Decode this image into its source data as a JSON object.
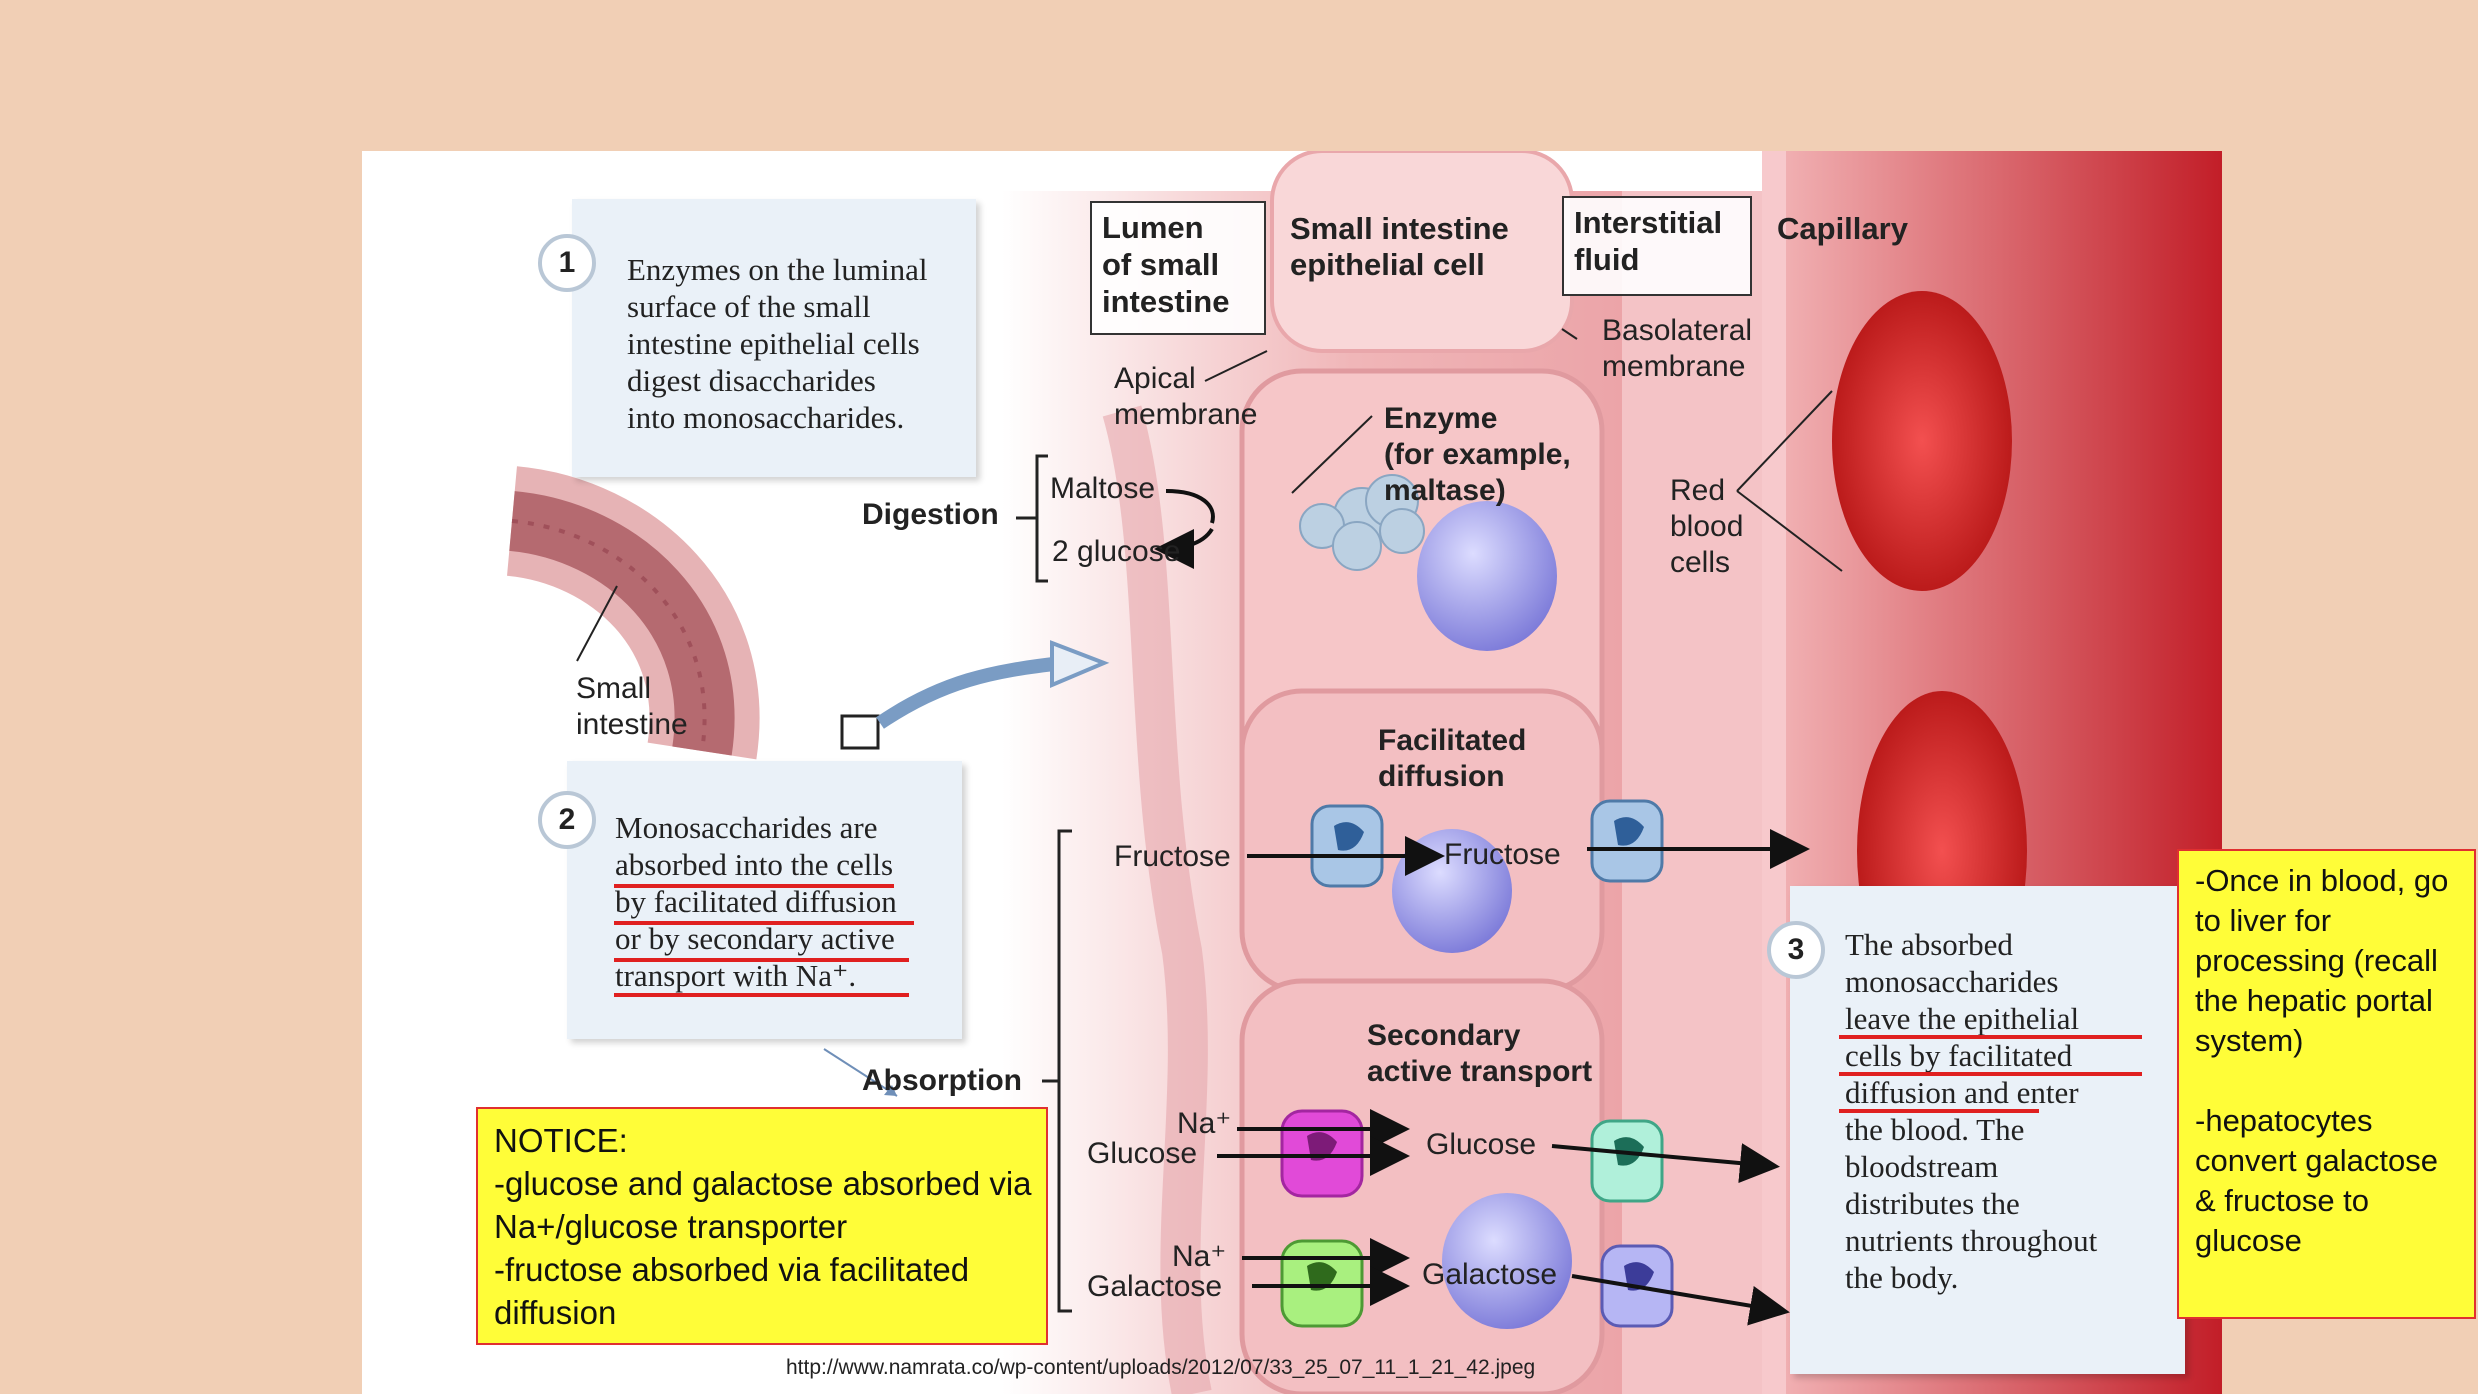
{
  "box1": {
    "number": "1",
    "lines": [
      "Enzymes on the luminal",
      "surface of the small",
      "intestine epithelial cells",
      "digest disaccharides",
      "into monosaccharides."
    ]
  },
  "box2": {
    "number": "2",
    "lines": [
      "Monosaccharides are",
      "absorbed into the cells",
      "by facilitated diffusion",
      "or by secondary active",
      "transport with Na⁺."
    ]
  },
  "box3": {
    "number": "3",
    "lines": [
      "The absorbed",
      "monosaccharides",
      "leave the epithelial",
      "cells by facilitated",
      "diffusion and enter",
      "the blood. The",
      "bloodstream",
      "distributes the",
      "nutrients throughout",
      "the body."
    ]
  },
  "headers": {
    "lumen": [
      "Lumen",
      "of small",
      "intestine"
    ],
    "epithelial": [
      "Small intestine",
      "epithelial cell"
    ],
    "interstitial": [
      "Interstitial",
      "fluid"
    ],
    "capillary": "Capillary"
  },
  "labels": {
    "apical": [
      "Apical",
      "membrane"
    ],
    "basolateral": [
      "Basolateral",
      "membrane"
    ],
    "enzyme": [
      "Enzyme",
      "(for example,",
      "maltase)"
    ],
    "red_blood": [
      "Red",
      "blood",
      "cells"
    ],
    "maltose": "Maltose",
    "two_glucose": "2 glucose",
    "digestion": "Digestion",
    "small_intestine": [
      "Small",
      "intestine"
    ],
    "facilitated": [
      "Facilitated",
      "diffusion"
    ],
    "fructose_in": "Fructose",
    "fructose_cell": "Fructose",
    "secondary": [
      "Secondary",
      "active transport"
    ],
    "absorption": "Absorption",
    "na1": "Na⁺",
    "glucose_in": "Glucose",
    "glucose_cell": "Glucose",
    "na2": "Na⁺",
    "galactose_in": "Galactose",
    "galactose_cell": "Galactose"
  },
  "notice": {
    "lines": [
      "NOTICE:",
      "-glucose and galactose absorbed via",
      "Na+/glucose transporter",
      "-fructose absorbed via facilitated",
      "diffusion"
    ]
  },
  "side_note": {
    "lines": [
      "-Once in blood, go",
      "to liver for",
      "processing (recall",
      "the hepatic portal",
      "system)",
      "",
      "-hepatocytes",
      "convert galactose",
      "& fructose to",
      "glucose"
    ]
  },
  "url": "http://www.namrata.co/wp-content/uploads/2012/07/33_25_07_11_1_21_42.jpeg",
  "colors": {
    "background": "#f1cfb5",
    "highlight": "#fffd38",
    "underline": "#e02020",
    "cell": "#f6c6c8",
    "blood": "#d42a2a"
  }
}
